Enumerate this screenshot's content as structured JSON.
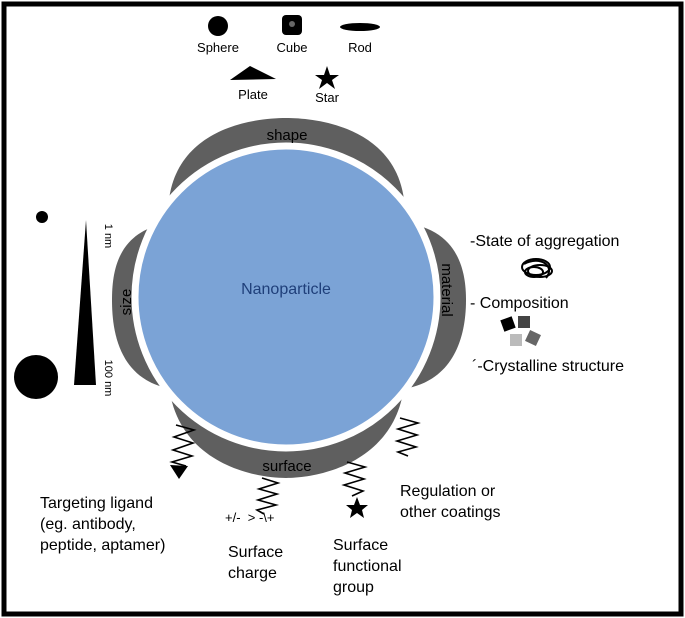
{
  "center_label": "Nanoparticle",
  "lobes": {
    "shape": "shape",
    "size": "size",
    "material": "material",
    "surface": "surface"
  },
  "shapes": {
    "sphere": "Sphere",
    "cube": "Cube",
    "rod": "Rod",
    "plate": "Plate",
    "star": "Star"
  },
  "size_scale": {
    "small": "1 nm",
    "large": "100 nm"
  },
  "material": {
    "aggregation": "-State of aggregation",
    "composition": "- Composition",
    "crystalline": "´-Crystalline structure"
  },
  "surface": {
    "targeting_line1": "Targeting ligand",
    "targeting_line2": "(eg. antibody,",
    "targeting_line3": "peptide, aptamer)",
    "charge_line1": "Surface",
    "charge_line2": "charge",
    "charge_symbols": "+/-  > -\\+",
    "functional_line1": "Surface",
    "functional_line2": "functional",
    "functional_line3": "group",
    "coatings_line1": "Regulation or",
    "coatings_line2": "other coatings"
  },
  "colors": {
    "lobe": "#5f5f5f",
    "particle": "#7ba3d6",
    "border": "#000000"
  }
}
